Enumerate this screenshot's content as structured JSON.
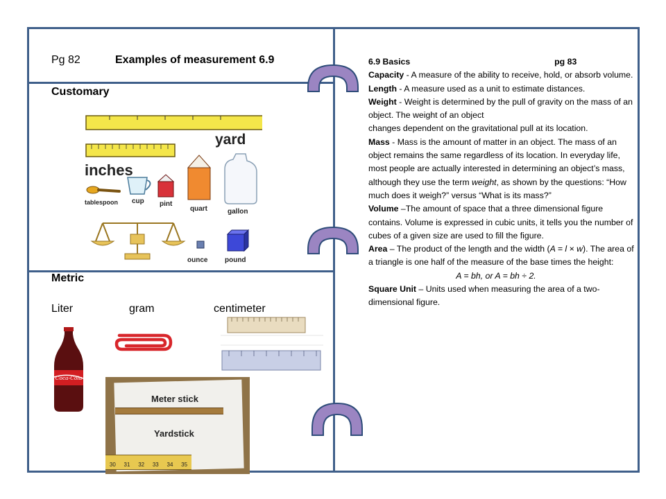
{
  "left": {
    "page_number": "Pg 82",
    "title": "Examples of measurement 6.9",
    "customary_heading": "Customary",
    "customary_labels": {
      "yard": "yard",
      "inches": "inches",
      "tablespoon": "tablespoon",
      "cup": "cup",
      "pint": "pint",
      "quart": "quart",
      "gallon": "gallon",
      "ounce": "ounce",
      "pound": "pound"
    },
    "metric_heading": "Metric",
    "metric_items": {
      "liter": "Liter",
      "gram": "gram",
      "centimeter": "centimeter"
    },
    "bottle_brand": "Coca-Cola",
    "sticks": {
      "meter": "Meter stick",
      "yard": "Yardstick",
      "ticks": [
        "30",
        "31",
        "32",
        "33",
        "34",
        "35"
      ]
    }
  },
  "right": {
    "section": "6.9 Basics",
    "page_number": "pg 83",
    "capacity_term": "Capacity",
    "capacity_def": " - A measure of the ability to receive, hold, or absorb volume.",
    "length_term": "Length",
    "length_def": " - A measure used as a unit to estimate distances.",
    "weight_term": "Weight",
    "weight_def_1": " - Weight is determined by the pull of gravity on the mass of an object.  The weight of an object",
    "weight_def_2": "changes dependent on the gravitational pull at its location.",
    "mass_term": "Mass",
    "mass_def_1": " - Mass is the amount of matter in an object.  The mass of an object remains the same regardless of its location.  In everyday life, most people are actually interested in determining an object’s mass, although they use the term ",
    "mass_def_weight": "weight",
    "mass_def_2": ", as shown by the questions: “How much does it weigh?” versus “What is its mass?”",
    "volume_term": "Volume",
    "volume_def": " –The amount of space that a three dimensional figure contains.  Volume is expressed in cubic units, it tells you the number of cubes of a given size are used to fill the figure.",
    "area_term": "Area",
    "area_def_1": " – The product of the length and the width (",
    "area_formula_inline": "A = l × w",
    "area_def_2": ").  The area of a triangle is one half of the measure of the base times the height:",
    "area_formula": "A = bh, or A = bh ÷ 2.",
    "square_term": "Square Unit",
    "square_def": " – Units used when measuring the area of a two-dimensional figure."
  },
  "colors": {
    "border": "#3f5f8a",
    "arch_fill": "#9b85c2",
    "arch_stroke": "#2f4d7a"
  }
}
